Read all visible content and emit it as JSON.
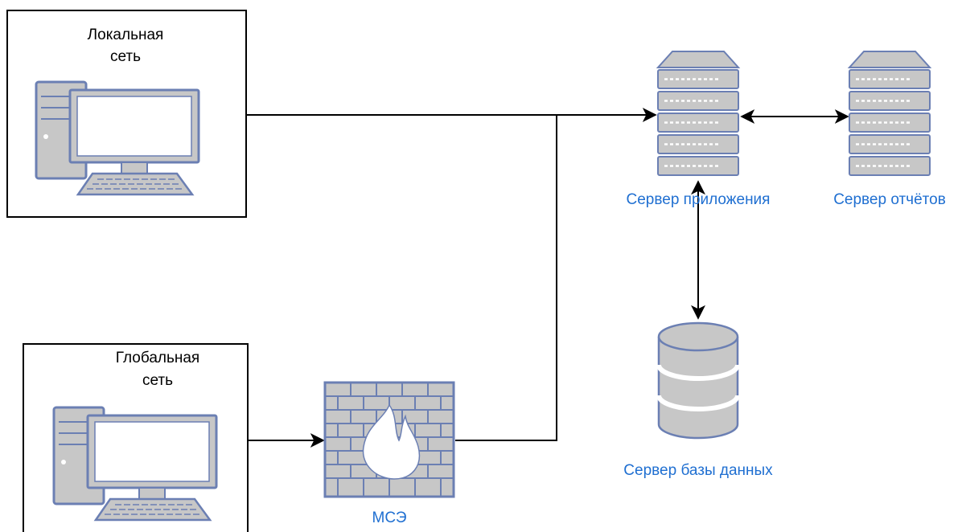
{
  "nodes": {
    "local_network": {
      "label_line1": "Локальная",
      "label_line2": "сеть",
      "icon": "desktop-computer-icon"
    },
    "global_network": {
      "label_line1": "Глобальная",
      "label_line2": "сеть",
      "icon": "desktop-computer-icon"
    },
    "firewall": {
      "label": "МСЭ",
      "icon": "firewall-icon"
    },
    "app_server": {
      "label": "Сервер приложения",
      "icon": "server-rack-icon"
    },
    "report_server": {
      "label": "Сервер отчётов",
      "icon": "server-rack-icon"
    },
    "db_server": {
      "label": "Сервер базы данных",
      "icon": "database-icon"
    }
  },
  "colors": {
    "icon_fill": "#c7c7c7",
    "icon_stroke": "#6b7fb3",
    "blue_label": "#1f6fd1",
    "line": "#000000"
  }
}
